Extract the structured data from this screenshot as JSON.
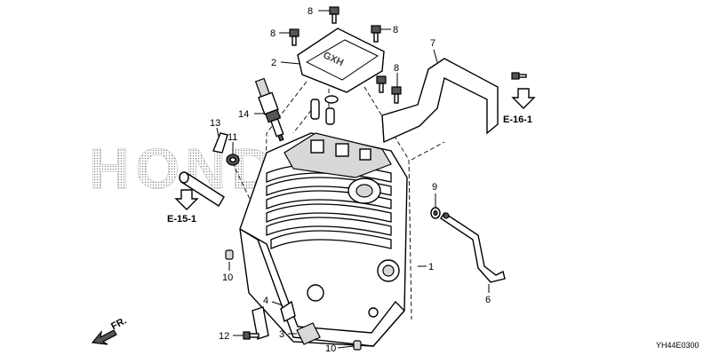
{
  "diagram": {
    "part_labels": [
      {
        "id": "p8a",
        "text": "8"
      },
      {
        "id": "p8b",
        "text": "8"
      },
      {
        "id": "p8c",
        "text": "8"
      },
      {
        "id": "p8d",
        "text": "8"
      },
      {
        "id": "p2",
        "text": "2"
      },
      {
        "id": "p7",
        "text": "7"
      },
      {
        "id": "p14",
        "text": "14"
      },
      {
        "id": "p13",
        "text": "13"
      },
      {
        "id": "p11",
        "text": "11"
      },
      {
        "id": "p9",
        "text": "9"
      },
      {
        "id": "p1",
        "text": "1"
      },
      {
        "id": "p10a",
        "text": "10"
      },
      {
        "id": "p6",
        "text": "6"
      },
      {
        "id": "p4",
        "text": "4"
      },
      {
        "id": "p12",
        "text": "12"
      },
      {
        "id": "p3",
        "text": "3"
      },
      {
        "id": "p10b",
        "text": "10"
      }
    ],
    "references": {
      "e16": "E-16-1",
      "e15": "E-15-1"
    },
    "direction_label": "FR.",
    "watermark": "HONDA",
    "cover_emboss": "GXH",
    "diagram_code": "YH44E0300"
  }
}
